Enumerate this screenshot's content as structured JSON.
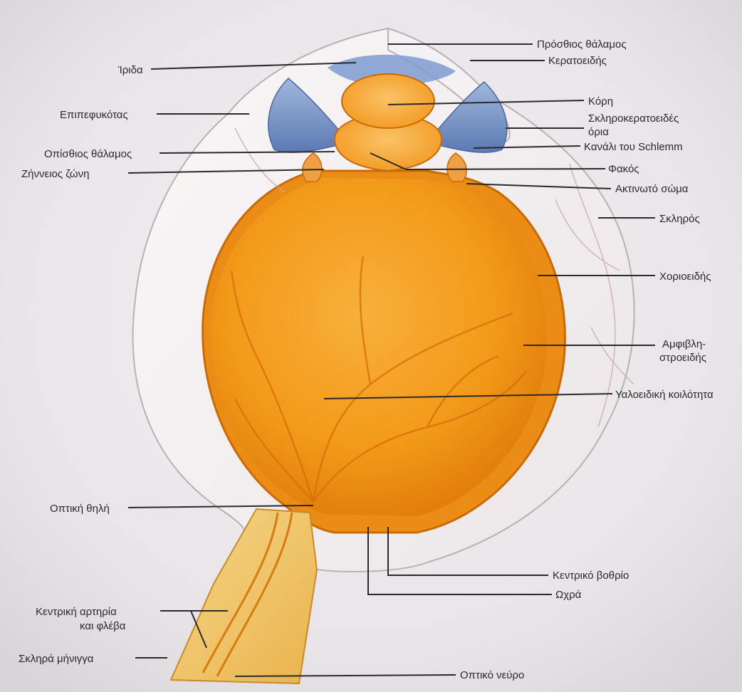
{
  "diagram": {
    "labels": {
      "anterior_chamber": "Πρόσθιος θάλαμος",
      "cornea": "Κερατοειδής",
      "iris": "Ίριδα",
      "pupil": "Κόρη",
      "conjunctiva": "Επιπεφυκότας",
      "limbus_line1": "Σκληροκερατοειδές",
      "limbus_line2": "όρια",
      "posterior_chamber": "Οπίσθιος θάλαμος",
      "schlemm_canal": "Κανάλι του Schlemm",
      "zonule": "Ζήννειος ζώνη",
      "lens": "Φακός",
      "ciliary_body": "Ακτινωτό σώμα",
      "sclera": "Σκληρός",
      "choroid": "Χοριοειδής",
      "retina_line1": "Αμφιβλη-",
      "retina_line2": "στροειδής",
      "vitreous": "Υαλοειδική κοιλότητα",
      "optic_disc": "Οπτική θηλή",
      "fovea": "Κεντρικό βοθρίο",
      "macula": "Ωχρά",
      "central_vessels_line1": "Κεντρική αρτηρία",
      "central_vessels_line2": "και φλέβα",
      "dura": "Σκληρά μήνιγγα",
      "optic_nerve": "Οπτικό νεύρο"
    }
  }
}
